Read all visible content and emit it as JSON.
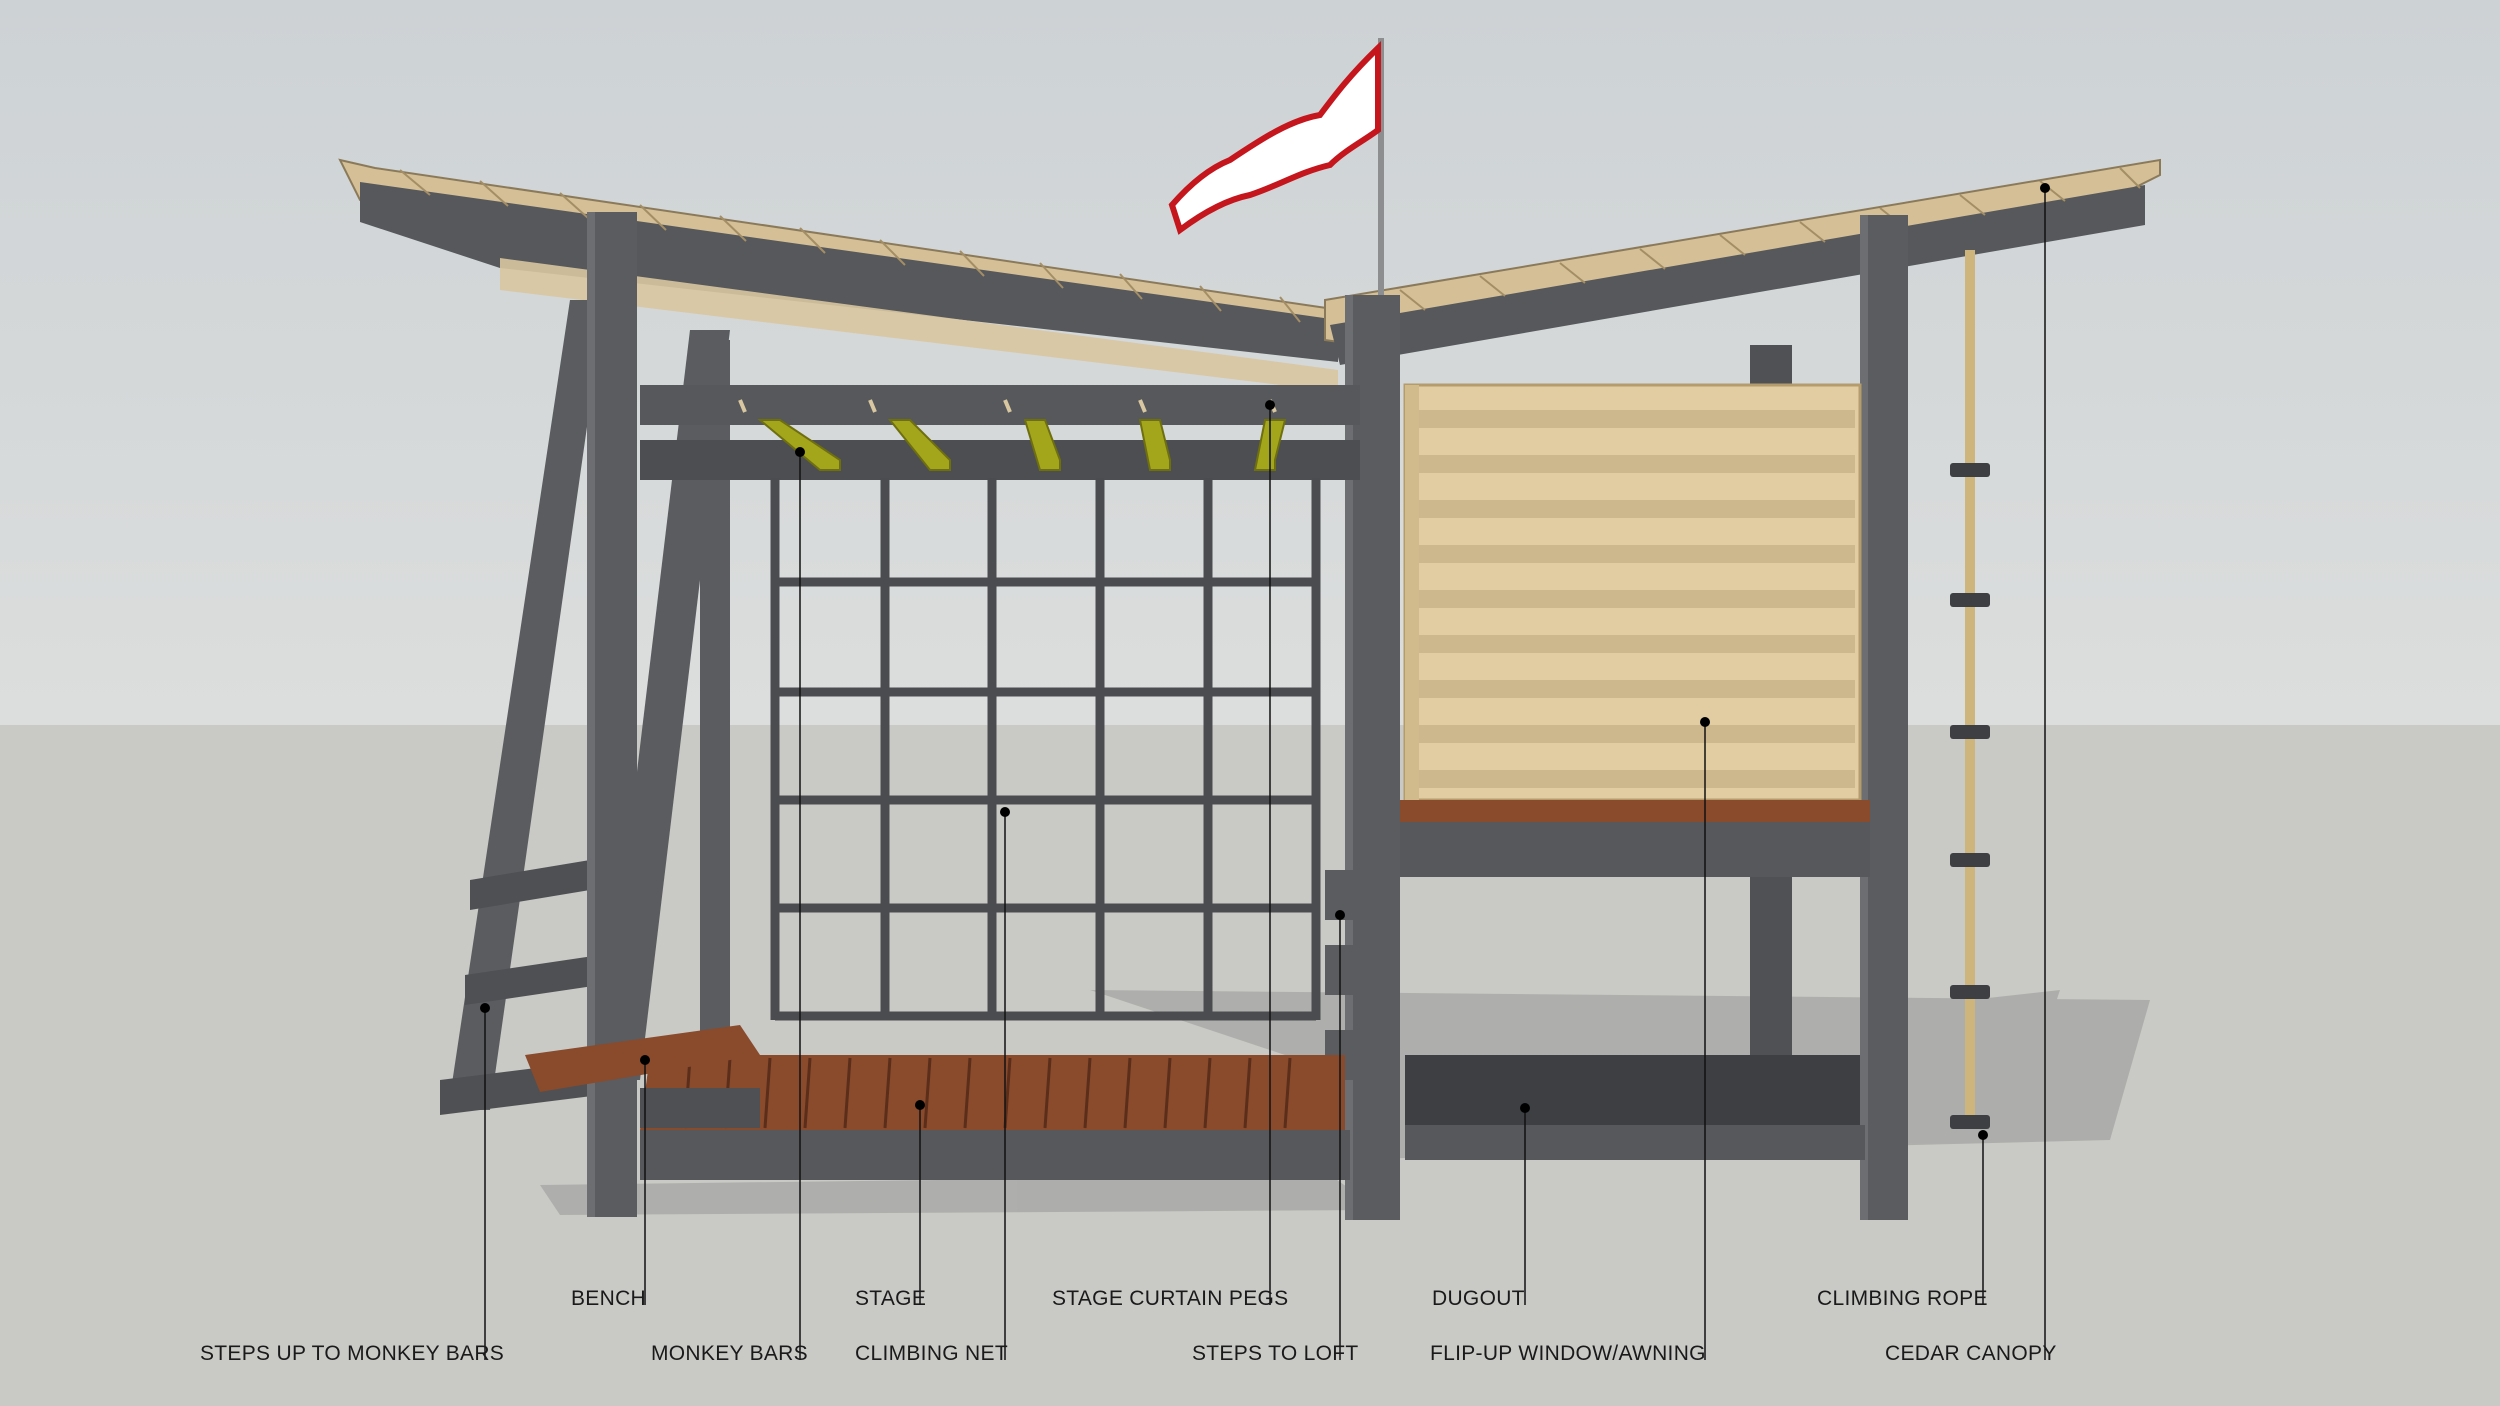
{
  "diagram": {
    "callouts": [
      {
        "id": "steps-up-to-monkey-bars",
        "label": "STEPS UP TO MONKEY BARS"
      },
      {
        "id": "bench",
        "label": "BENCH"
      },
      {
        "id": "monkey-bars",
        "label": "MONKEY BARS"
      },
      {
        "id": "stage",
        "label": "STAGE"
      },
      {
        "id": "climbing-net",
        "label": "CLIMBING NET"
      },
      {
        "id": "stage-curtain-pegs",
        "label": "STAGE CURTAIN PEGS"
      },
      {
        "id": "steps-to-loft",
        "label": "STEPS TO LOFT"
      },
      {
        "id": "dugout",
        "label": "DUGOUT"
      },
      {
        "id": "flip-up-window-awning",
        "label": "FLIP-UP WINDOW/AWNING"
      },
      {
        "id": "climbing-rope",
        "label": "CLIMBING ROPE"
      },
      {
        "id": "cedar-canopy",
        "label": "CEDAR CANOPY"
      }
    ]
  },
  "colors": {
    "sky_top": "#ccd1d4",
    "sky_bottom": "#dadcdc",
    "ground": "#c9cac6",
    "frame": "#5a5c5f",
    "frame_dark": "#46484b",
    "cedar_slat": "#d6c29b",
    "stage_wood": "#8a4a2c",
    "loft_wood": "#e2cda3",
    "bracket": "#a3a51a",
    "rope": "#cdb57c",
    "flag_red": "#c4161c",
    "label_text": "#1a1a1a",
    "leader_line": "#111111"
  }
}
